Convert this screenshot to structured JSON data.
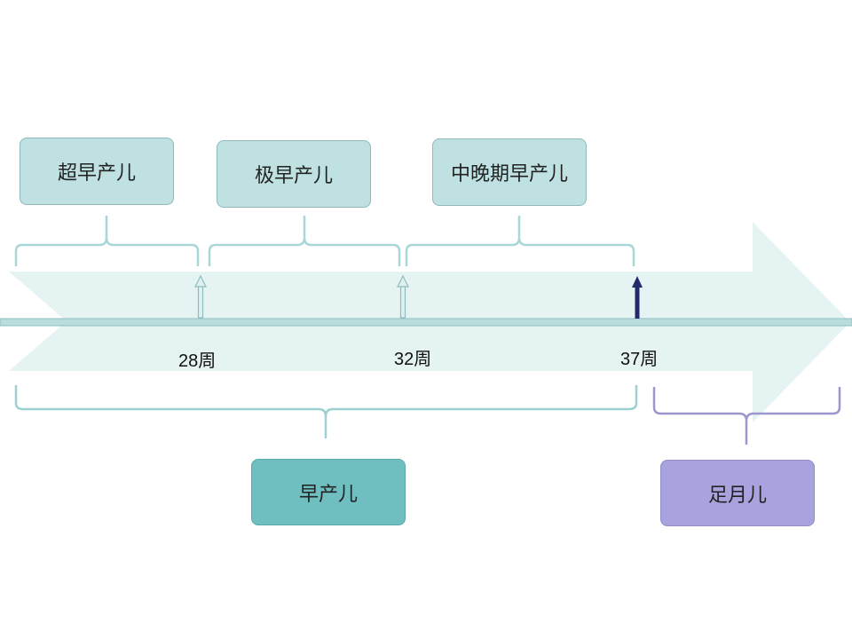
{
  "categories_top": [
    {
      "label": "超早产儿"
    },
    {
      "label": "极早产儿"
    },
    {
      "label": "中晚期早产儿"
    }
  ],
  "milestones": [
    {
      "label": "28周"
    },
    {
      "label": "32周"
    },
    {
      "label": "37周"
    }
  ],
  "categories_bottom": [
    {
      "label": "早产儿"
    },
    {
      "label": "足月儿"
    }
  ],
  "colors": {
    "arrow_fill": "#e6f3f3",
    "axis_line": "#9cc9ca",
    "top_box_fill": "#bfe1e2",
    "teal_box_fill": "#6fbfc1",
    "purple_box_fill": "#a8a3de",
    "teal_bracket": "#9fd0d1",
    "purple_bracket": "#9c97cf",
    "milestone_dark": "#232a6b"
  }
}
